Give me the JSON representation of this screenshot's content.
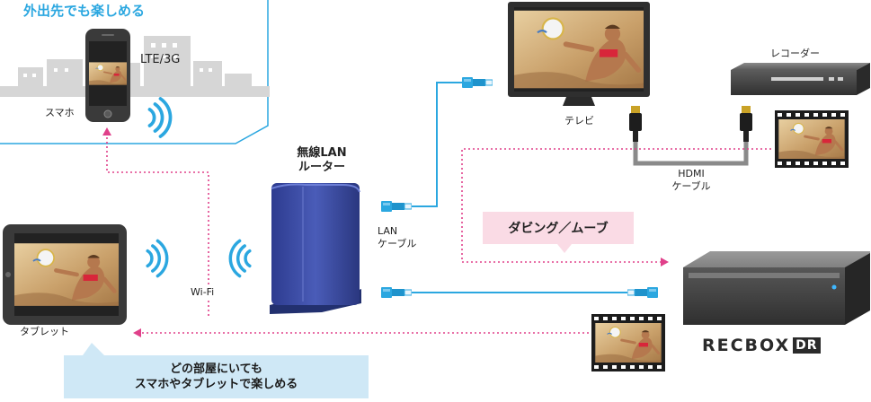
{
  "labels": {
    "outdoor_title": "外出先でも楽しめる",
    "network": "LTE/3G",
    "smartphone": "スマホ",
    "tablet": "タブレット",
    "router_line1": "無線LAN",
    "router_line2": "ルーター",
    "lan_cable_line1": "LAN",
    "lan_cable_line2": "ケーブル",
    "wifi": "Wi-Fi",
    "tv": "テレビ",
    "recorder": "レコーダー",
    "hdmi_line1": "HDMI",
    "hdmi_line2": "ケーブル",
    "dubbing": "ダビング／ムーブ",
    "callout_line1": "どの部屋にいても",
    "callout_line2": "スマホやタブレットで楽しめる"
  },
  "logo": {
    "main": "RECBOX",
    "badge": "DR"
  },
  "colors": {
    "accent_blue": "#2ba7e0",
    "dotted_pink": "#e0408a",
    "router_blue": "#3d4ea8",
    "callout_bg": "#cfe8f6",
    "pink_box_bg": "#fadbe5",
    "skyline_gray": "#d6d6d6"
  },
  "icons": [
    "wifi-waves-icon",
    "lan-connector-icon",
    "hdmi-connector-icon",
    "film-strip-icon",
    "photo-thumbnail-icon"
  ]
}
